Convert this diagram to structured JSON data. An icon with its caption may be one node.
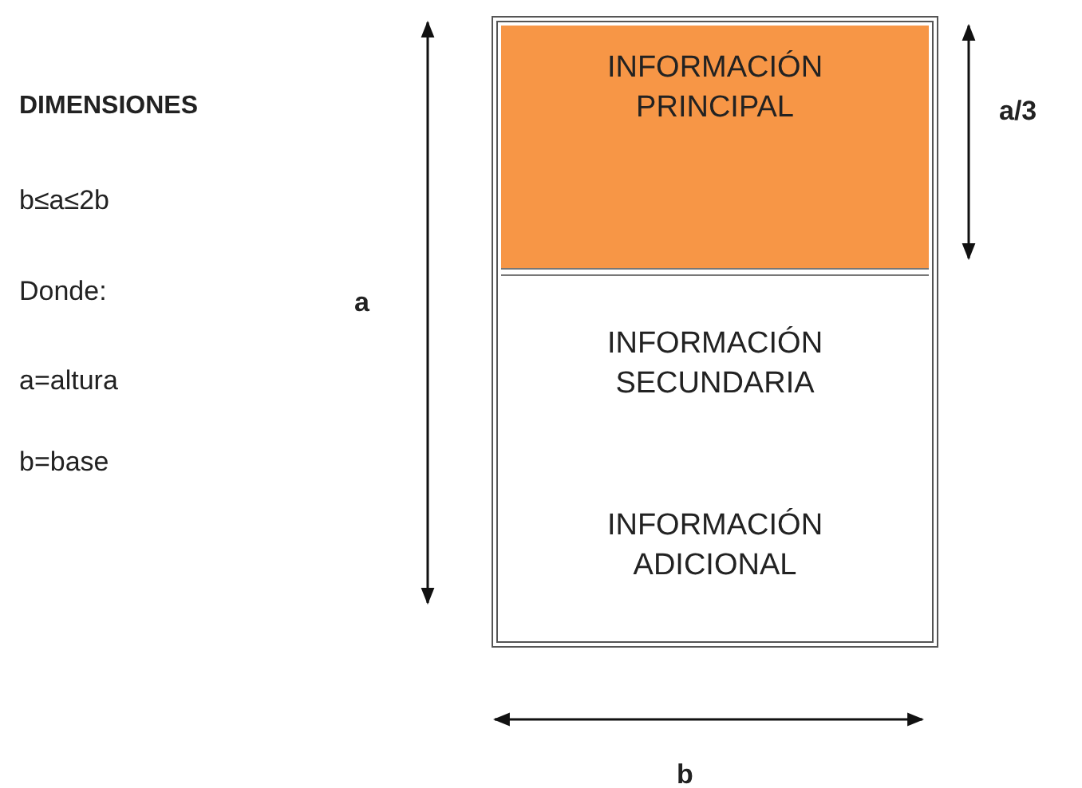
{
  "diagram": {
    "nodes": [
      {
        "text": [],
        "shape": "box"
      },
      {
        "text": [
          "INFORMACIÓN PRINCIPAL"
        ],
        "in": 0
      },
      {
        "text": [
          "INFORMACIÓN SECUNDARIA",
          "INFORMACIÓN ADICIONAL"
        ],
        "in": 0
      }
    ],
    "labels": [
      "DIMENSIONES",
      "b≤a≤2b",
      "Donde:",
      "a=altura",
      "b=base",
      "a",
      "a/3",
      "b"
    ]
  }
}
